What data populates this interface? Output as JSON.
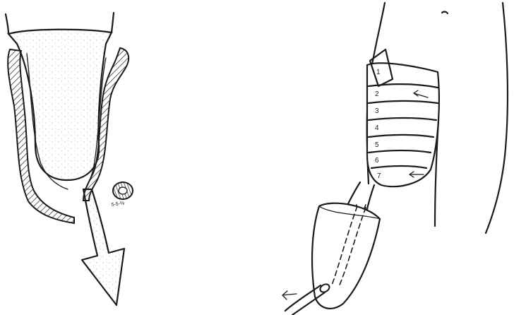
{
  "left_panel": {
    "valve_text": "5-5-%"
  },
  "right_panel": {
    "wrap_numbers": [
      "1",
      "2",
      "3",
      "4",
      "5",
      "6",
      "7"
    ]
  }
}
